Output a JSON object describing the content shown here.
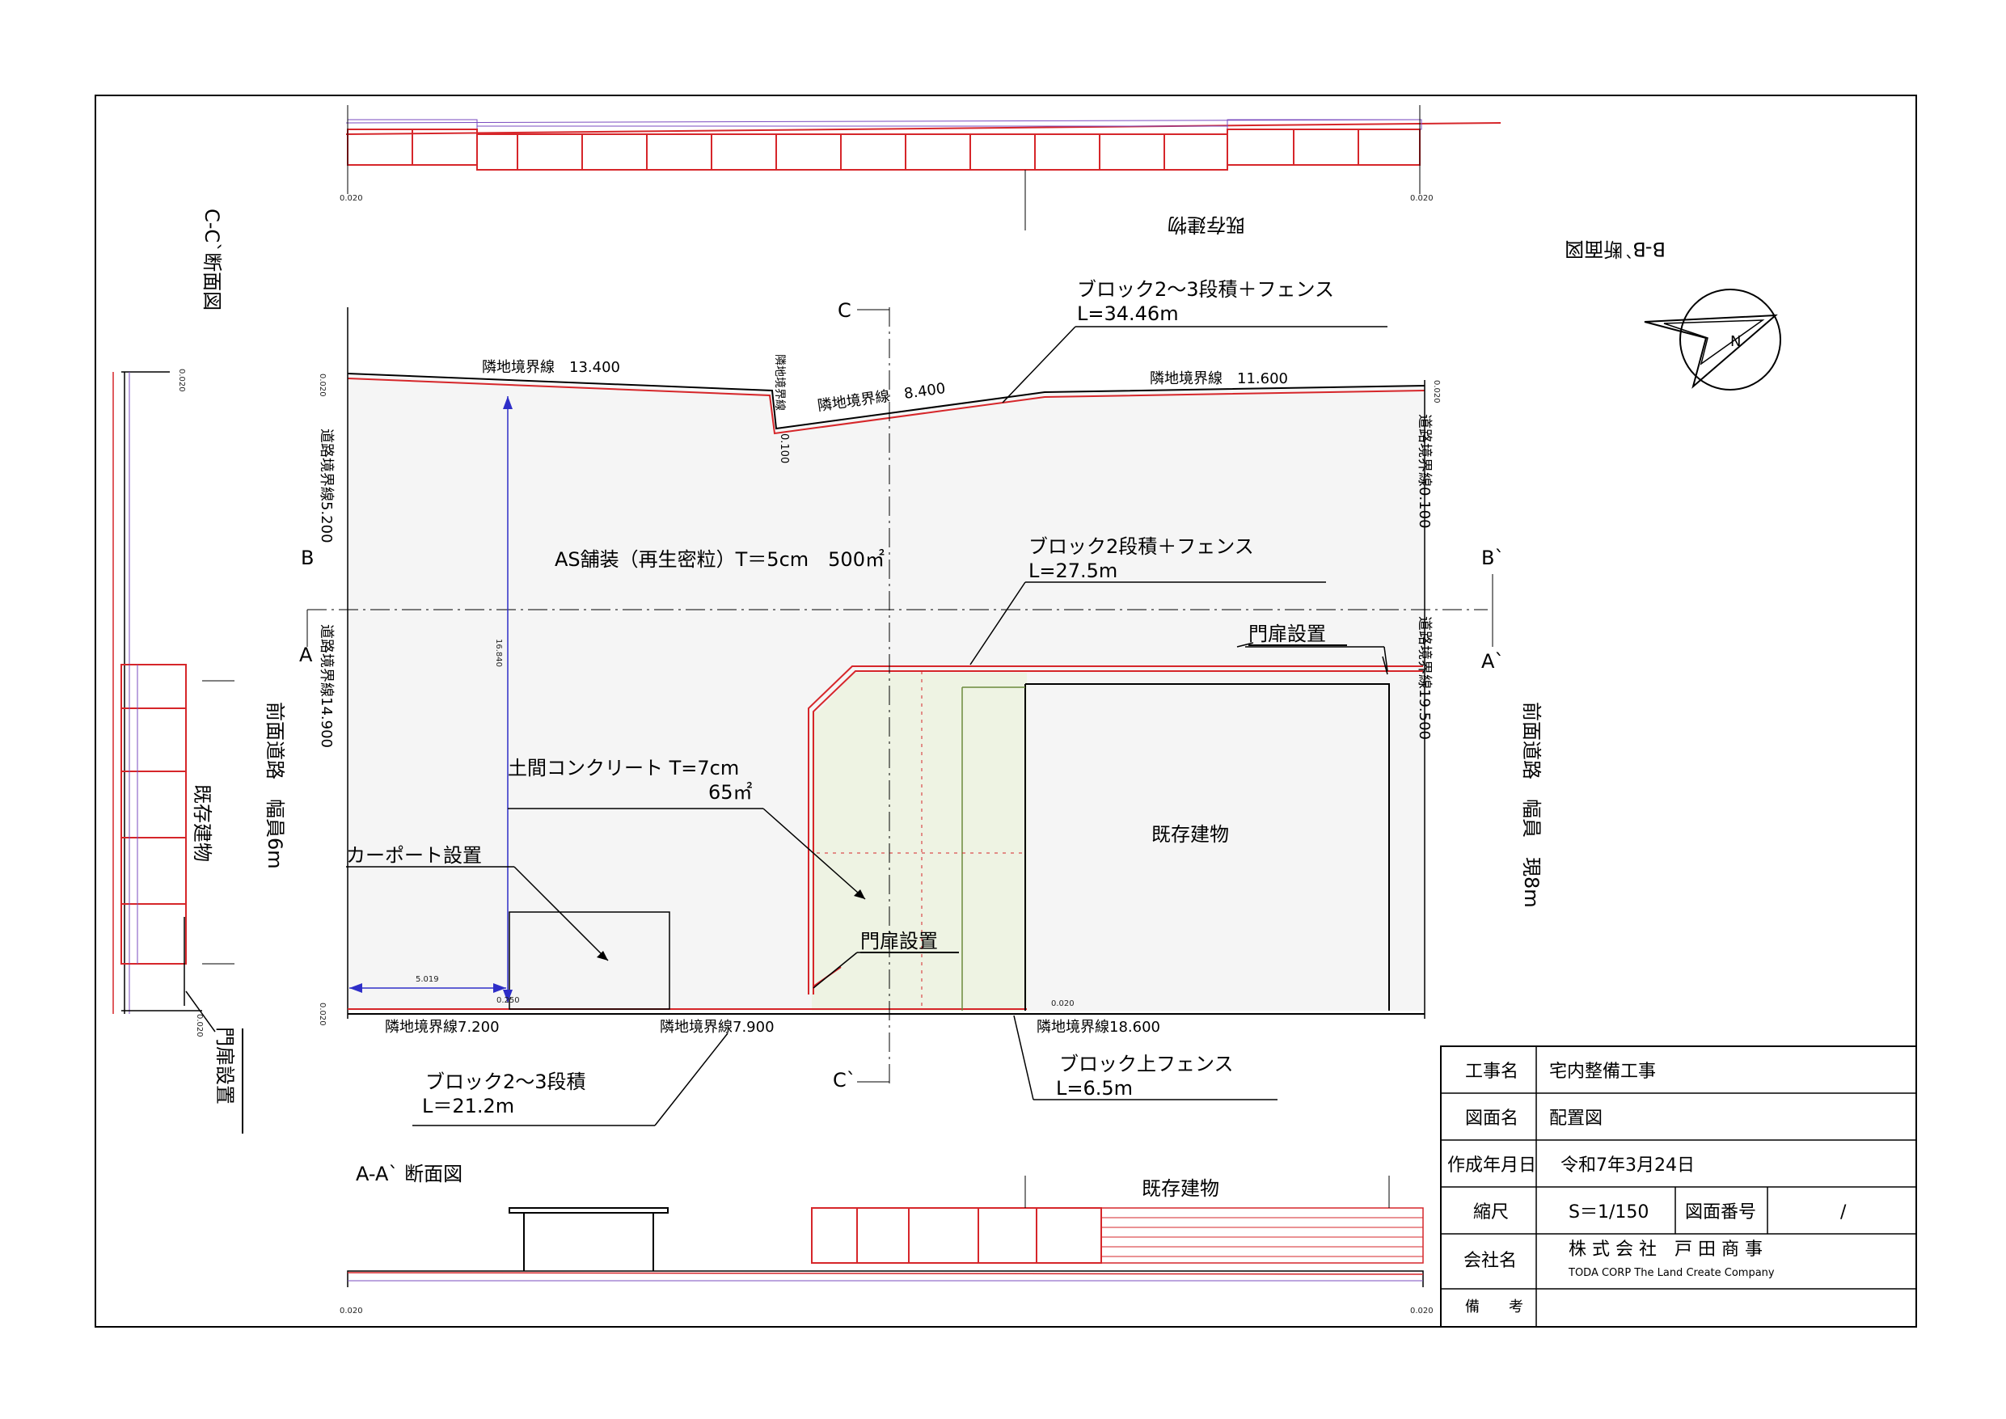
{
  "section_labels": {
    "bb": "B-B`断面図",
    "cc": "C-C`断面図",
    "aa": "A-A` 断面図"
  },
  "markers": {
    "C_top": "C",
    "C_bottom": "C`",
    "B_left": "B",
    "B_right": "B`",
    "A_left": "A",
    "A_right": "A`"
  },
  "top_callouts": {
    "fence_main_title": "ブロック2～3段積＋フェンス",
    "fence_main_len": "L=34.46m",
    "fence_mid_title": "ブロック2段積＋フェンス",
    "fence_mid_len": "L=27.5m",
    "gate_right": "門扉設置"
  },
  "bottom_callouts": {
    "block_title": "ブロック2～3段積",
    "block_len": "L＝21.2m",
    "fence_top_title": "ブロック上フェンス",
    "fence_top_len": "L=6.5m"
  },
  "site": {
    "paving": "AS舗装（再生密粒）T＝5cm　500㎡",
    "concrete": "土間コンクリート T=7cm",
    "concrete_area": "65㎡",
    "carport": "カーポート設置",
    "gate_center": "門扉設置",
    "existing_building": "既存建物"
  },
  "boundaries": {
    "north_1": "隣地境界線　13.400",
    "north_2": "隣地境界線　8.400",
    "north_3": "隣地境界線　11.600",
    "notch": "隣地境界線",
    "notch_val": "0.100",
    "south_1": "隣地境界線7.200",
    "south_2": "隣地境界線7.900",
    "south_3": "隣地境界線18.600",
    "west_upper": "道路境界線5.200",
    "west_lower": "道路境界線14.900",
    "east_upper": "道路境界線0.100",
    "east_lower": "道路境界線19.500"
  },
  "dimensions": {
    "vertical": "16.840",
    "horizontal": "5.019",
    "h_small": "0.250",
    "lvl": "0.020"
  },
  "roads": {
    "left": "前面道路　幅員6m",
    "right": "前面道路　幅員　現8m"
  },
  "elevations": {
    "bb_building": "既存建物",
    "cc_building": "既存建物",
    "cc_gate": "門扉設置",
    "aa_building": "既存建物"
  },
  "title_block": {
    "project_label": "工事名",
    "project_value": "宅内整備工事",
    "drawing_label": "図面名",
    "drawing_value": "配置図",
    "date_label": "作成年月日",
    "date_value": "令和7年3月24日",
    "scale_label": "縮尺",
    "scale_value": "S＝1/150",
    "number_label": "図面番号",
    "number_value": "/",
    "company_label": "会社名",
    "company_name": "株 式 会 社　戸 田 商 事",
    "company_sub": "TODA CORP The Land Create Company",
    "remarks_label": "備　　考"
  },
  "colors": {
    "line": "#000000",
    "accent_red": "#d6262a",
    "dimension_blue": "#2e2ec8",
    "concrete_fill": "#eef3e3",
    "paving_fill": "#f5f5f5"
  }
}
